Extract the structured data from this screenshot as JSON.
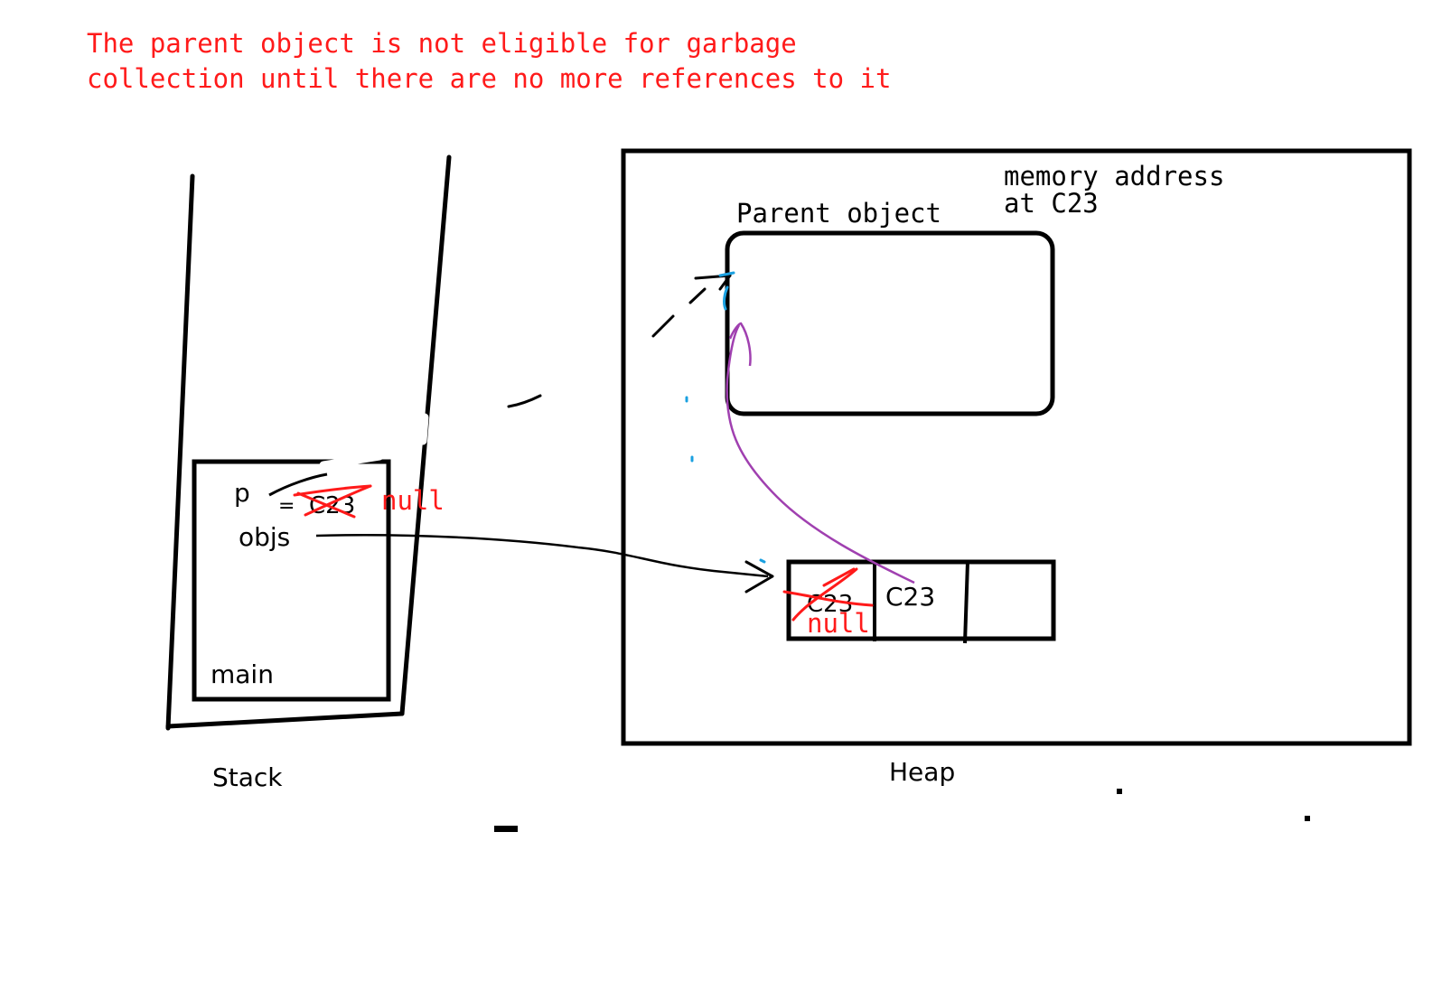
{
  "note": {
    "line1": "The parent object is not eligible for garbage",
    "line2": "collection until there are no more references to it",
    "color": "#ff1a1a"
  },
  "stack": {
    "label": "Stack",
    "frame_label": "main",
    "var_p": "p",
    "equals": "=",
    "p_old_value": "C23",
    "p_new_value": "null",
    "var_objs": "objs"
  },
  "heap": {
    "label": "Heap",
    "parent_label": "Parent object",
    "address_line1": "memory address",
    "address_line2": "at C23",
    "array_cell0_old": "C23",
    "array_cell0_new": "null",
    "array_cell1": "C23"
  },
  "colors": {
    "ink": "#000000",
    "strike": "#ff1a1a",
    "reference_arrow": "#a040b0",
    "pointer_tip": "#1aa0e0"
  }
}
